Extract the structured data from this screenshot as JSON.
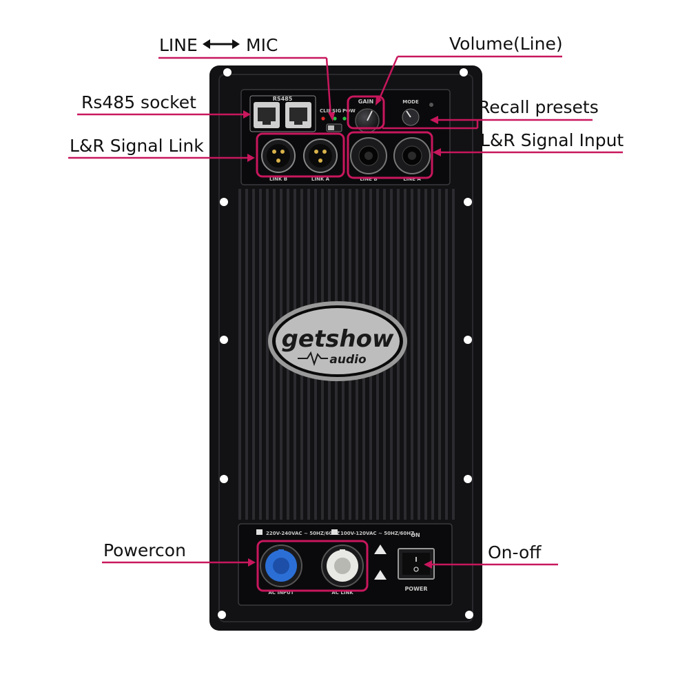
{
  "callouts": {
    "line_mic_left": "LINE",
    "line_mic_right": "MIC",
    "volume": "Volume(Line)",
    "rs485": "Rs485 socket",
    "recall": "Recall presets",
    "signal_link": "L&R Signal Link",
    "signal_input": "L&R Signal Input",
    "powercon": "Powercon",
    "onoff": "On-off"
  },
  "panel": {
    "rs485_label": "RS485",
    "clip": "CLIP",
    "sig": "SIG",
    "pow": "POW",
    "gain": "GAIN",
    "mode": "MODE",
    "link_b": "LINK B",
    "link_a": "LINK A",
    "line_b": "LINE B",
    "line_a": "LINE A",
    "volt_high": "220V-240VAC ~ 50HZ/60HZ",
    "volt_low": "100V-120VAC ~ 50HZ/60HZ",
    "ac_input": "AC INPUT",
    "ac_link": "AC LINK",
    "on": "ON",
    "power": "POWER",
    "switch_mark": "I"
  },
  "logo": {
    "brand": "getshow",
    "sub": "audio"
  },
  "colors": {
    "accent": "#c8175d",
    "plate": "#121214",
    "powercon_in": "#2b6fd6",
    "powercon_link": "#e8e8e4"
  }
}
